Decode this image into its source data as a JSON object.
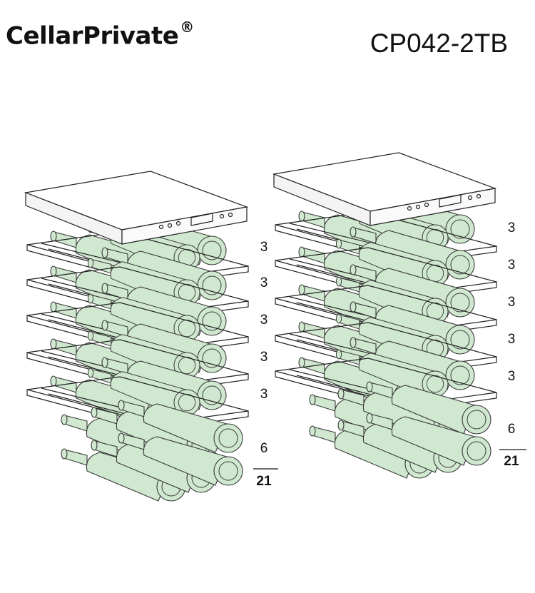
{
  "header": {
    "brand": "CellarPrivate",
    "brand_mark": "®",
    "model": "CP042-2TB"
  },
  "colors": {
    "bottle_fill": "#cfe8cf",
    "bottle_stroke": "#3a3a3a",
    "line": "#222222",
    "shelf_fill": "#ffffff"
  },
  "configurations": [
    {
      "shelf_counts": [
        "3",
        "3",
        "3",
        "3",
        "3"
      ],
      "base_count": "6",
      "total": "21"
    },
    {
      "shelf_counts": [
        "3",
        "3",
        "3",
        "3",
        "3"
      ],
      "base_count": "6",
      "total": "21"
    }
  ]
}
